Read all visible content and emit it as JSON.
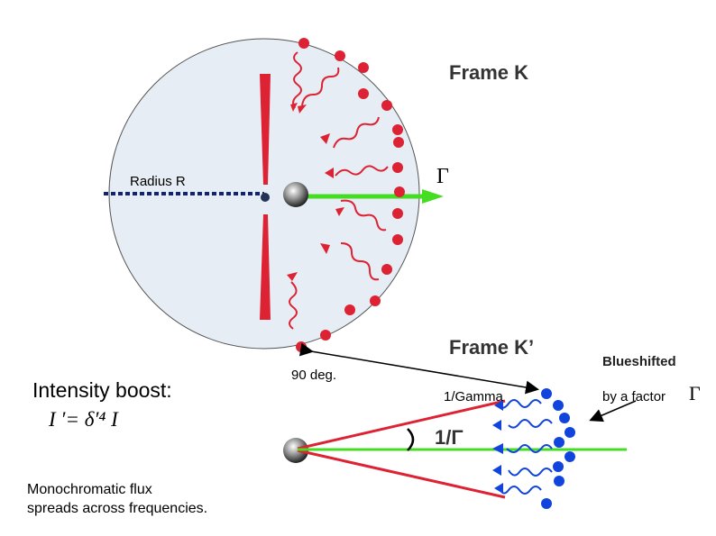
{
  "frame_k": {
    "title": "Frame K",
    "radius_label": "Radius R",
    "gamma_label": "Γ"
  },
  "frame_k_prime": {
    "title": "Frame K’",
    "angle_label": "90 deg.",
    "cone_label": "1/Gamma",
    "cone_angle_label": "1/Γ"
  },
  "blueshift": {
    "line1": "Blueshifted",
    "line2": "by a factor",
    "gamma_symbol": "Γ"
  },
  "intensity": {
    "heading": "Intensity boost:",
    "formula": "I ′= δ′⁴ I"
  },
  "note": {
    "line1": "Monochromatic flux",
    "line2": "spreads across frequencies."
  },
  "colors": {
    "disk": "#e6edf4",
    "photon_red": "#dd2233",
    "photon_blue": "#1144dd",
    "velocity_green": "#44dd22",
    "radius_line": "#112277"
  }
}
